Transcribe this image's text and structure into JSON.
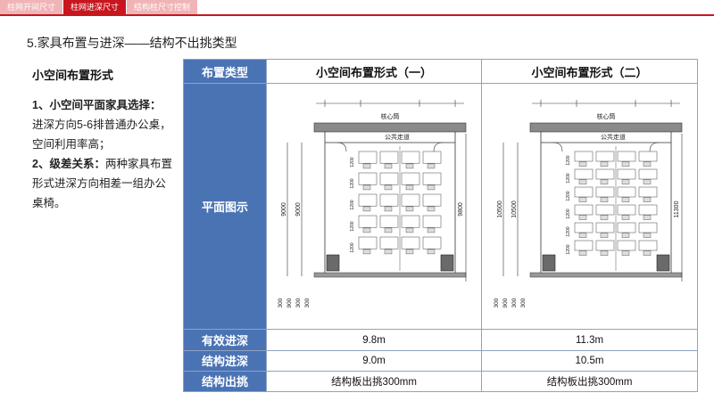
{
  "tabs": [
    {
      "label": "柱网开间尺寸",
      "active": false
    },
    {
      "label": "柱网进深尺寸",
      "active": true
    },
    {
      "label": "结构柱尺寸控制",
      "active": false
    }
  ],
  "section_title": "5.家具布置与进深——结构不出挑类型",
  "left": {
    "heading": "小空间布置形式",
    "p1_bold": "1、小空间平面家具选择：",
    "p1_text": "进深方向5-6排普通办公桌，空间利用率高；",
    "p2_bold": "2、级差关系：",
    "p2_text": "两种家具布置形式进深方向相差一组办公桌椅。"
  },
  "table": {
    "corner": "布置类型",
    "col1": "小空间布置形式（一）",
    "col2": "小空间布置形式（二）",
    "row_plan": "平面图示",
    "rows": [
      {
        "label": "有效进深",
        "v1": "9.8m",
        "v2": "11.3m"
      },
      {
        "label": "结构进深",
        "v1": "9.0m",
        "v2": "10.5m"
      },
      {
        "label": "结构出挑",
        "v1": "结构板出挑300mm",
        "v2": "结构板出挑300mm"
      }
    ]
  },
  "plan1": {
    "core": "核心筒",
    "corridor": "公共走道",
    "dim_left_a": "9000",
    "dim_left_b": "9000",
    "dim_right": "9800",
    "dims_bottom": [
      "300",
      "900",
      "300",
      "300"
    ],
    "dims_desk": [
      "1200",
      "1200",
      "1200",
      "1200",
      "1200"
    ]
  },
  "plan2": {
    "core": "核心筒",
    "corridor": "公共走道",
    "dim_left_a": "10500",
    "dim_left_b": "10500",
    "dim_right": "11300",
    "dims_bottom": [
      "300",
      "900",
      "300",
      "300"
    ],
    "dims_desk": [
      "1200",
      "1200",
      "1200",
      "1200",
      "1200",
      "1200"
    ]
  }
}
